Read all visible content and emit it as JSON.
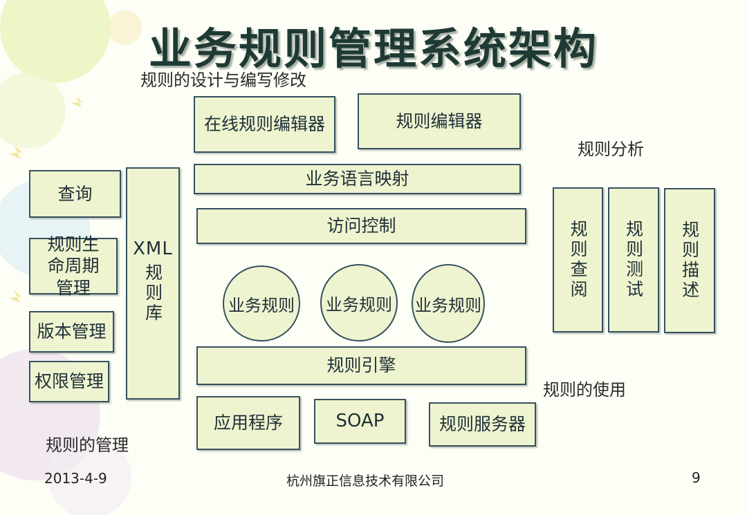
{
  "title": "业务规则管理系统架构",
  "labels": {
    "design": "规则的设计与编写修改",
    "analysis": "规则分析",
    "usage": "规则的使用",
    "management": "规则的管理"
  },
  "top": {
    "online_editor": "在线规则编辑器",
    "editor": "规则编辑器",
    "language_mapping": "业务语言映射",
    "access_control": "访问控制",
    "rules": [
      "业务规则",
      "业务规则",
      "业务规则"
    ],
    "engine": "规则引擎"
  },
  "left": {
    "query": "查询",
    "lifecycle": "规则生命周期管理",
    "version": "版本管理",
    "permission": "权限管理",
    "xml": "XML",
    "repository": "规则库"
  },
  "right": {
    "rule_query": "规则查阅",
    "rule_test": "规则测试",
    "rule_desc": "规则描述"
  },
  "bottom": {
    "app": "应用程序",
    "soap": "SOAP",
    "server": "规则服务器"
  },
  "footer": {
    "date": "2013-4-9",
    "company": "杭州旗正信息技术有限公司",
    "page": "9"
  }
}
